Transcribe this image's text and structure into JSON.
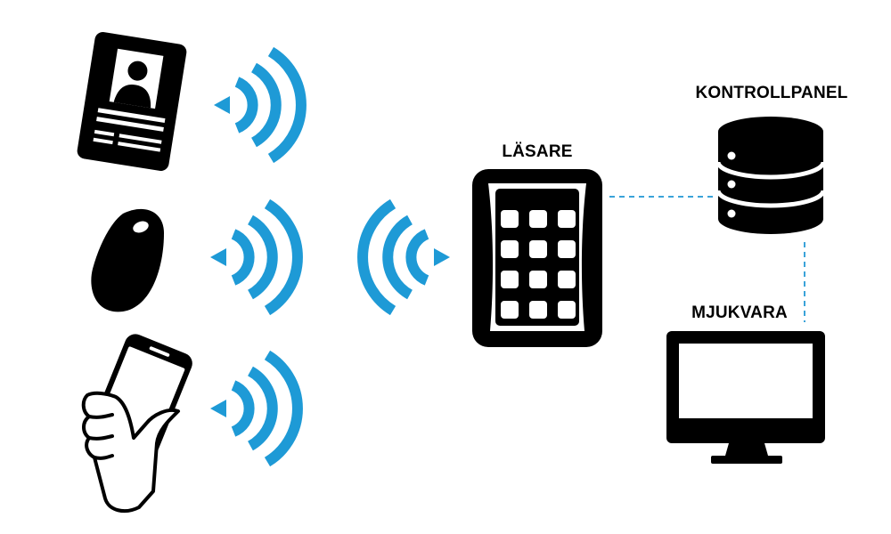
{
  "labels": {
    "reader": "LÄSARE",
    "control_panel": "KONTROLLPANEL",
    "software": "MJUKVARA"
  },
  "colors": {
    "ink": "#000000",
    "wave": "#1e9ad6",
    "link": "#3aa3d9",
    "background": "#ffffff"
  },
  "icons": {
    "credential_1": "id-card-icon",
    "credential_2": "key-fob-icon",
    "credential_3": "phone-in-hand-icon",
    "reader": "keypad-reader-icon",
    "control_panel": "database-server-icon",
    "software": "computer-monitor-icon",
    "signal": "wireless-signal-icon"
  }
}
